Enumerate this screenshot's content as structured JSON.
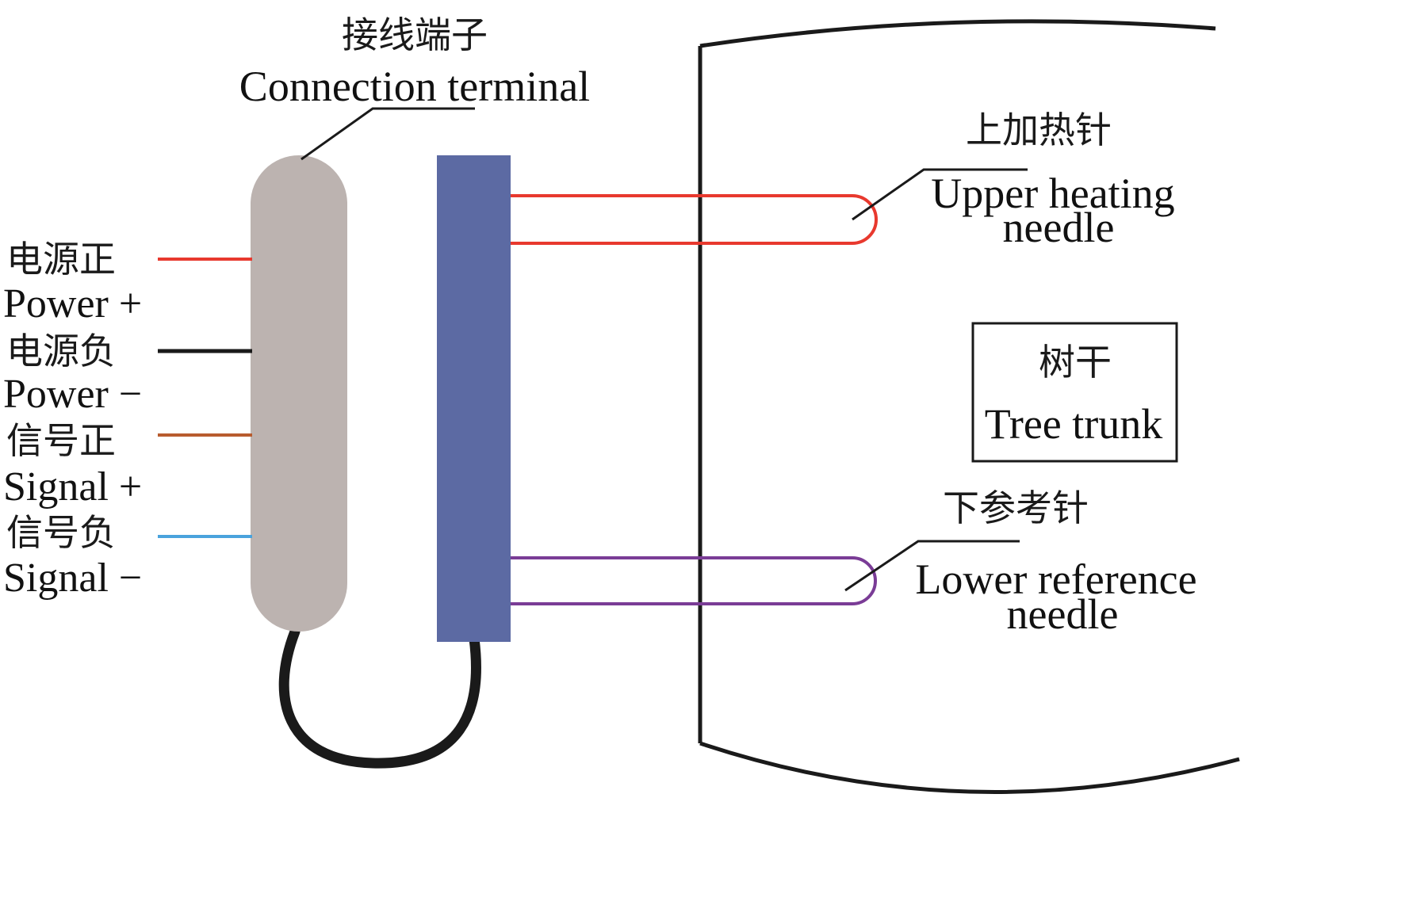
{
  "terminal": {
    "label_cn": "接线端子",
    "label_en": "Connection terminal"
  },
  "wires": [
    {
      "label_cn": "电源正",
      "label_en": "Power +",
      "color": "#e8392e"
    },
    {
      "label_cn": "电源负",
      "label_en": "Power −",
      "color": "#1a1a1a"
    },
    {
      "label_cn": "信号正",
      "label_en": "Signal +",
      "color": "#b85c2e"
    },
    {
      "label_cn": "信号负",
      "label_en": "Signal −",
      "color": "#4aa3dd"
    }
  ],
  "upper_needle": {
    "label_cn": "上加热针",
    "label_en_line1": "Upper heating",
    "label_en_line2": "needle",
    "color": "#e8392e"
  },
  "lower_needle": {
    "label_cn": "下参考针",
    "label_en_line1": "Lower reference",
    "label_en_line2": "needle",
    "color": "#7a3c96"
  },
  "trunk": {
    "label_cn": "树干",
    "label_en": "Tree trunk"
  },
  "colors": {
    "terminal_body": "#bcb3b0",
    "probe_block": "#5c6aa3",
    "cable": "#1a1a1a",
    "trunk_outline": "#1a1a1a"
  }
}
